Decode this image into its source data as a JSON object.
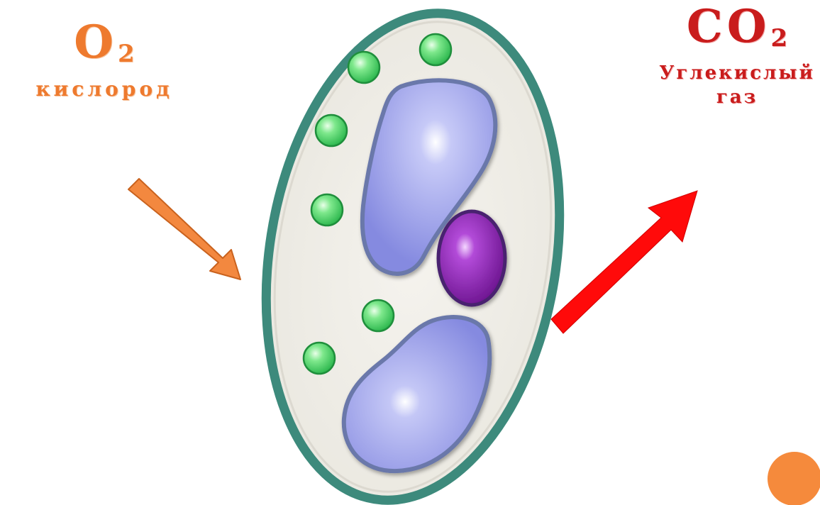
{
  "oxygen": {
    "formula_main": "O",
    "formula_sub": "2",
    "name": "кислород"
  },
  "carbon_dioxide": {
    "formula_main": "CO",
    "formula_sub": "2",
    "name_line1": "Углекислый",
    "name_line2": "газ"
  },
  "colors": {
    "oxygen_accent": "#ee7a2e",
    "carbon_dioxide_accent": "#c91c1c",
    "cell_wall": "#3d8a7c",
    "cytoplasm": "#f2f0ea",
    "chloroplast": "#4fd36a",
    "vacuole": "#8f93e6",
    "nucleus": "#8e2bb3",
    "corner_dot": "#f58a3c"
  }
}
